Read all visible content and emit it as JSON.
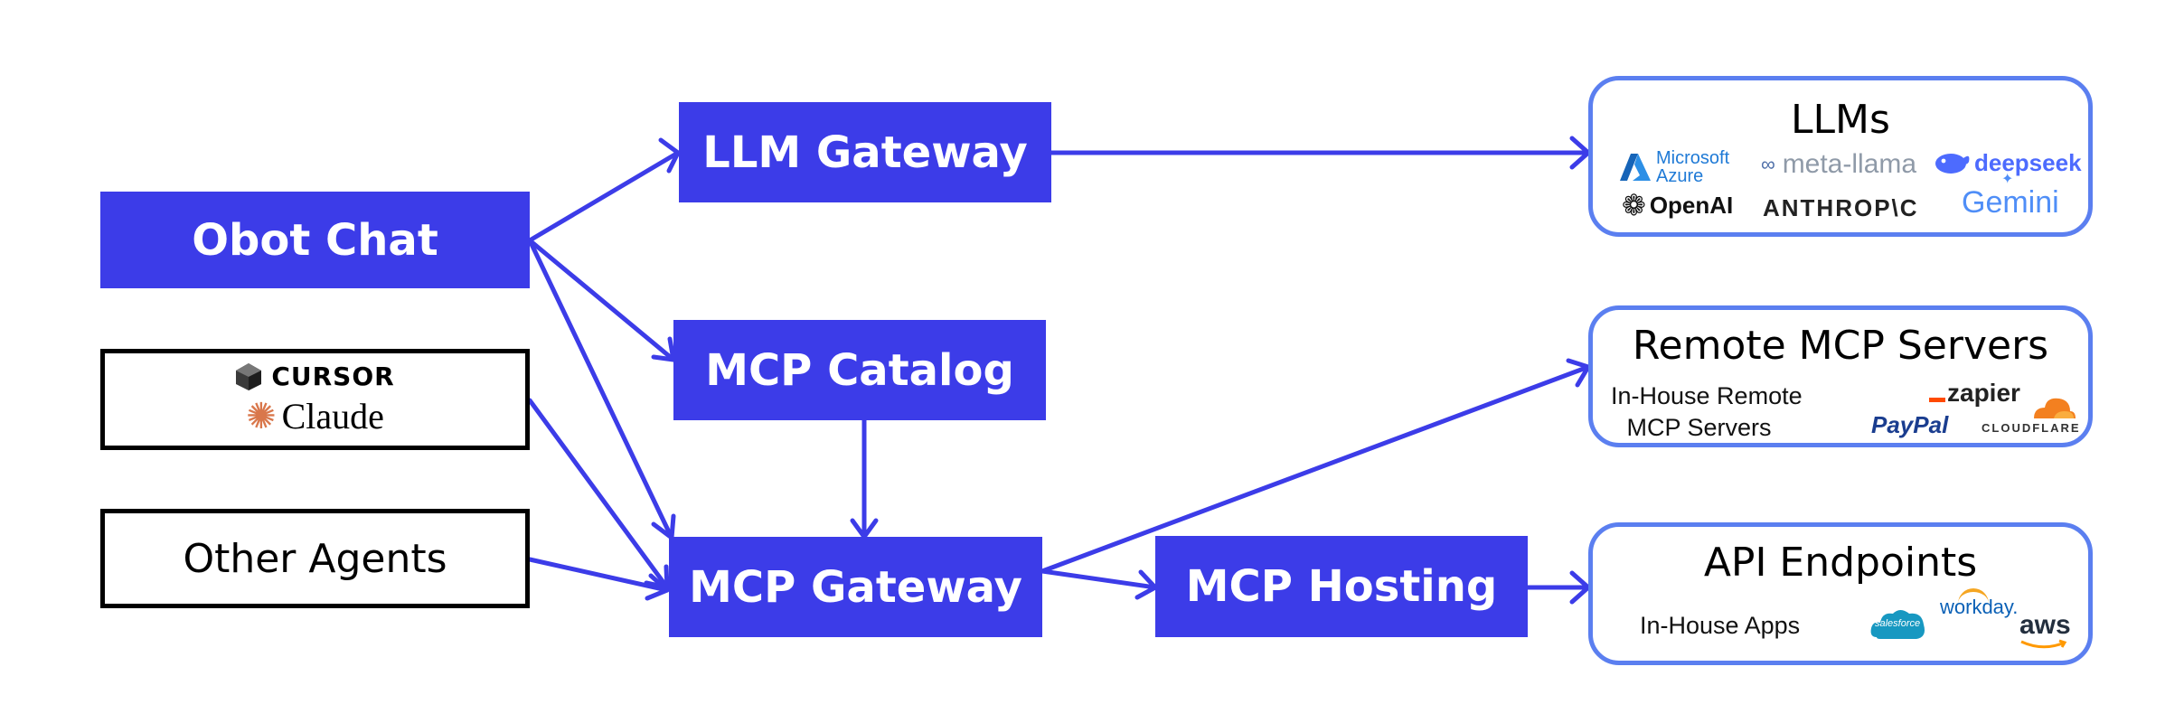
{
  "nodes": {
    "obot_chat": "Obot Chat",
    "llm_gateway": "LLM Gateway",
    "mcp_catalog": "MCP Catalog",
    "mcp_gateway": "MCP Gateway",
    "mcp_hosting": "MCP Hosting",
    "other_agents": "Other Agents"
  },
  "clients": {
    "cursor": "CURSOR",
    "claude": "Claude"
  },
  "llms": {
    "title": "LLMs",
    "logos": {
      "microsoft_line1": "Microsoft",
      "microsoft_line2": "Azure",
      "meta_llama": "meta-llama",
      "deepseek": "deepseek",
      "openai": "OpenAI",
      "anthropic": "ANTHROP\\C",
      "gemini": "Gemini"
    }
  },
  "remote_mcp": {
    "title": "Remote MCP Servers",
    "in_house_line1": "In-House Remote",
    "in_house_line2": "MCP Servers",
    "logos": {
      "zapier": "zapier",
      "paypal": "PayPal",
      "cloudflare": "CLOUDFLARE"
    }
  },
  "api_endpoints": {
    "title": "API Endpoints",
    "in_house": "In-House Apps",
    "logos": {
      "salesforce": "salesforce",
      "workday": "workday.",
      "aws": "aws"
    }
  },
  "colors": {
    "primary": "#3c3ce8",
    "box_border": "#5b7ff0",
    "text": "#000000"
  }
}
